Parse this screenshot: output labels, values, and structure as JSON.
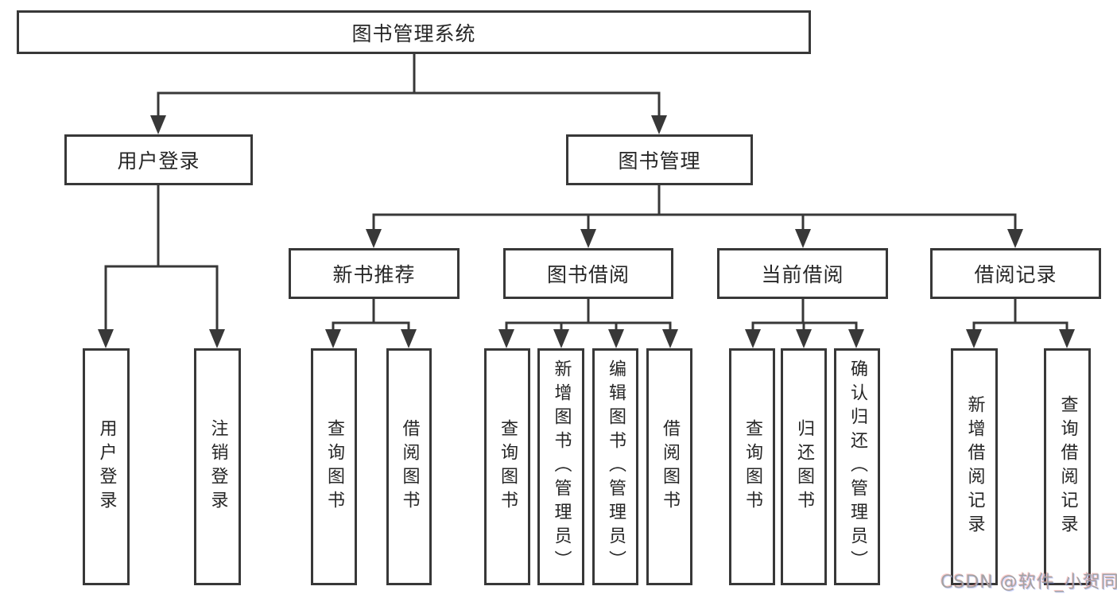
{
  "diagram": {
    "root": {
      "label": "图书管理系统"
    },
    "level2": [
      {
        "id": "login",
        "label": "用户登录"
      },
      {
        "id": "manage",
        "label": "图书管理"
      }
    ],
    "level3": [
      {
        "id": "recommend",
        "label": "新书推荐"
      },
      {
        "id": "borrow",
        "label": "图书借阅"
      },
      {
        "id": "current",
        "label": "当前借阅"
      },
      {
        "id": "records",
        "label": "借阅记录"
      }
    ],
    "leaves": {
      "login": [
        "用户登录",
        "注销登录"
      ],
      "recommend": [
        "查询图书",
        "借阅图书"
      ],
      "borrow": [
        "查询图书",
        "新增图书（管理员）",
        "编辑图书（管理员）",
        "借阅图书"
      ],
      "current": [
        "查询图书",
        "归还图书",
        "确认归还（管理员）"
      ],
      "records": [
        "新增借阅记录",
        "查询借阅记录"
      ]
    }
  },
  "watermark": {
    "text": "CSDN @软件_小贺同学"
  },
  "colors": {
    "line": "#383838",
    "text": "#262626",
    "background": "#ffffff",
    "watermark": "#a3a3a3"
  }
}
